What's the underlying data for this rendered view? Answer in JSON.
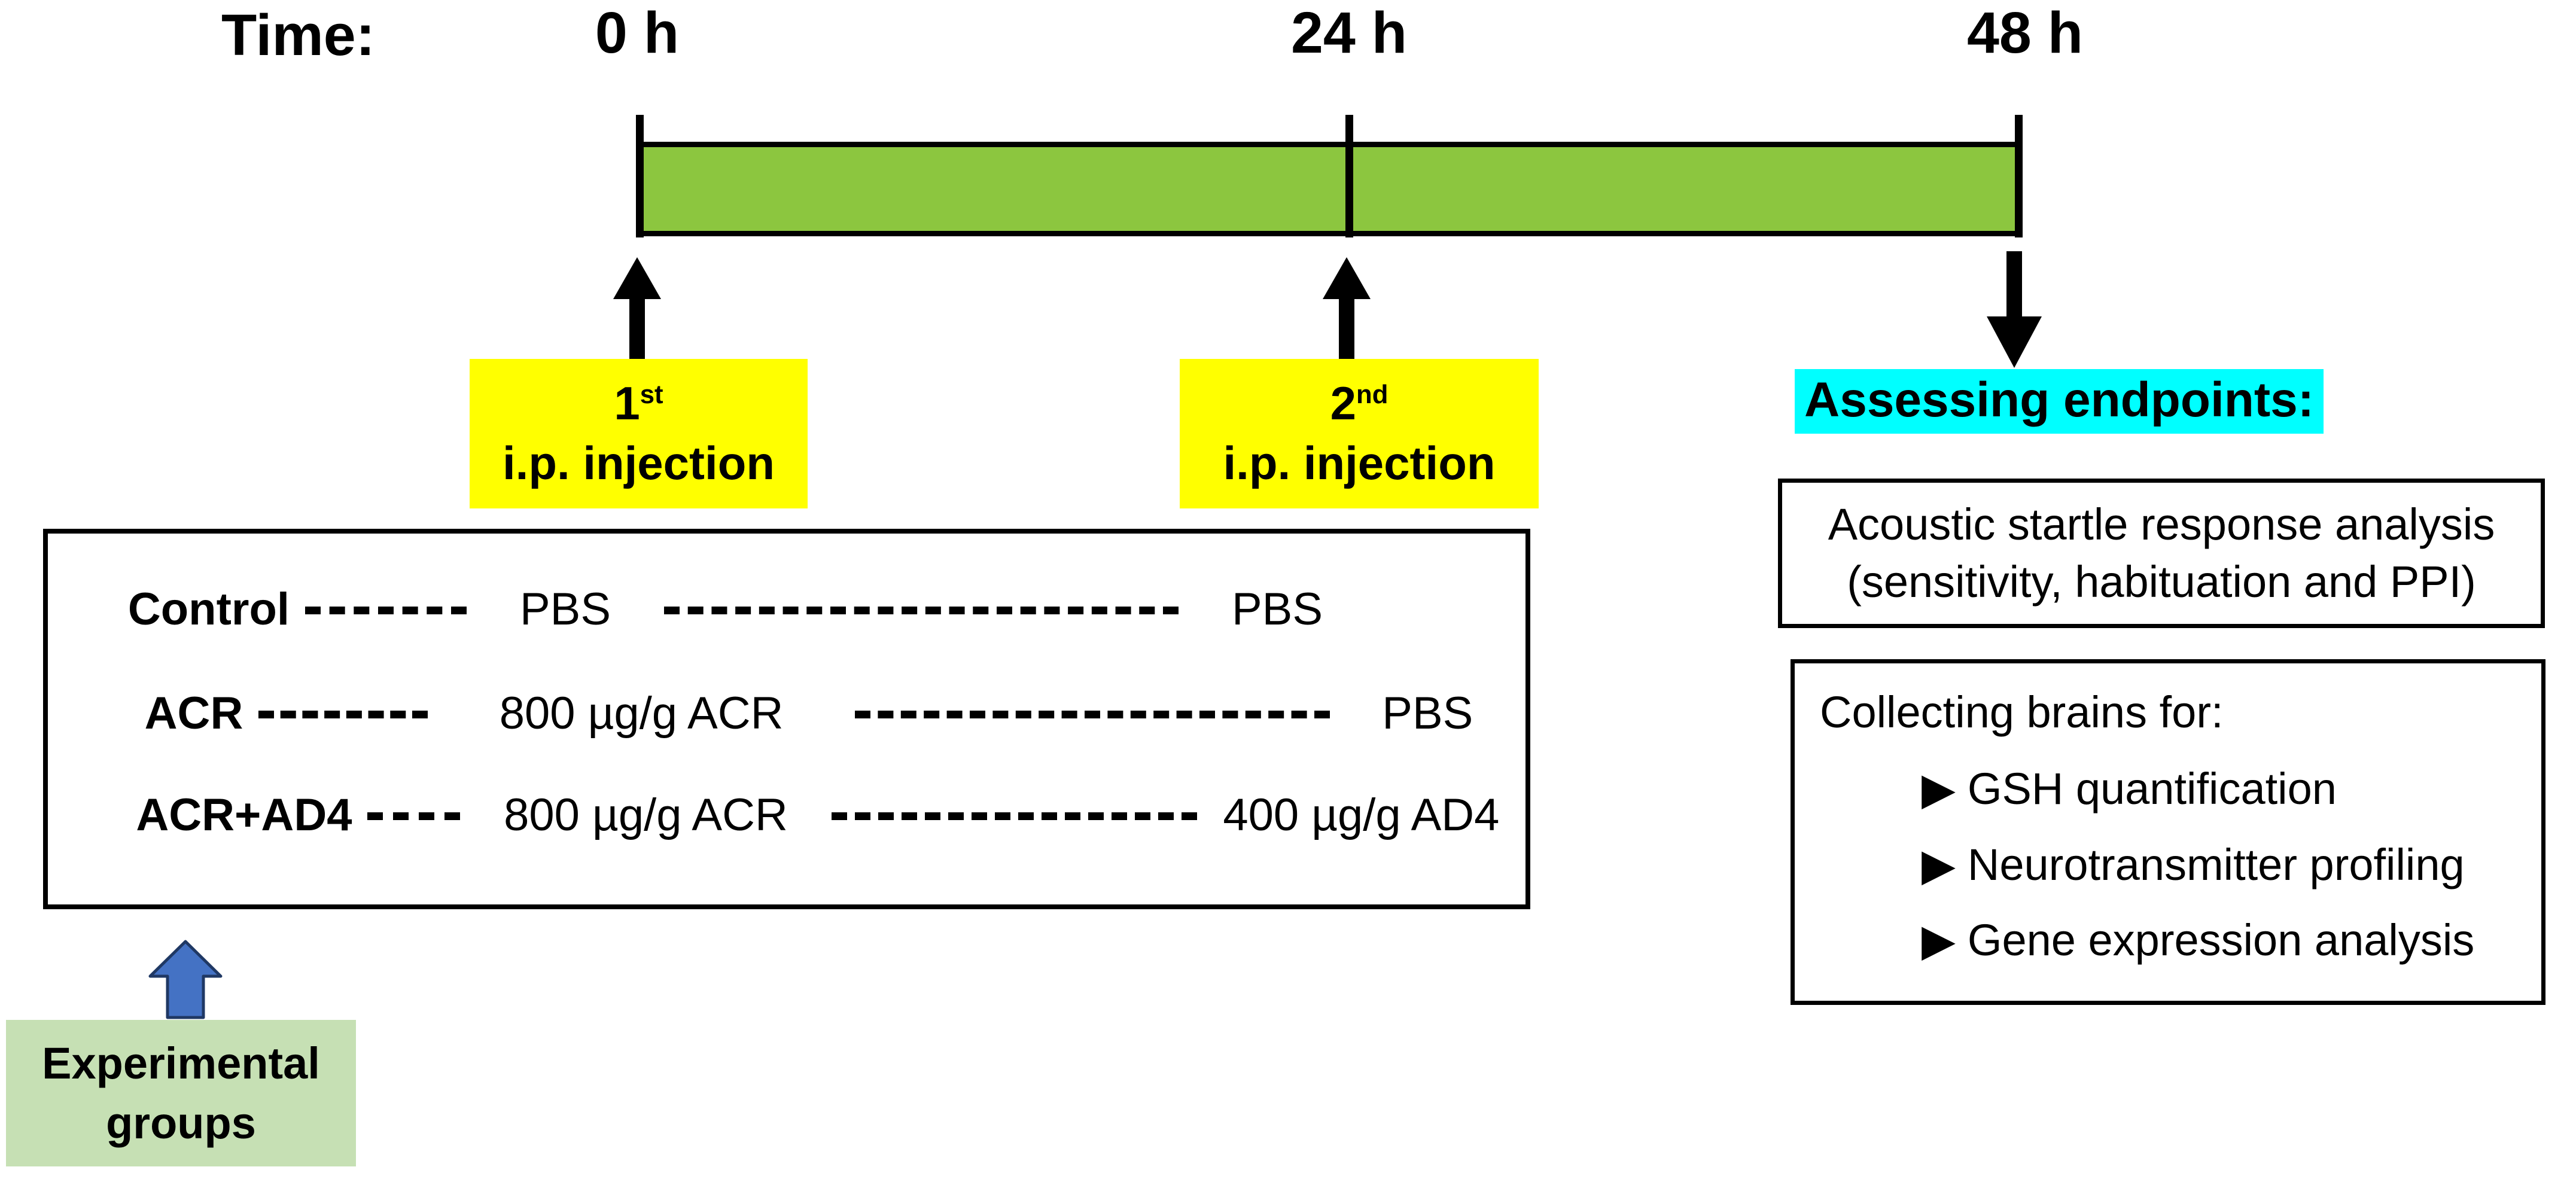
{
  "timeline": {
    "caption": "Time:",
    "ticks": [
      {
        "label": "0 h",
        "hours": 0
      },
      {
        "label": "24 h",
        "hours": 24
      },
      {
        "label": "48 h",
        "hours": 48
      }
    ],
    "bar_color": "#8CC63F",
    "range_hours": [
      0,
      48
    ]
  },
  "injections": [
    {
      "ordinal": "1",
      "suffix": "st",
      "label": "i.p. injection",
      "at_hours": 0,
      "box_color": "#FFFF00"
    },
    {
      "ordinal": "2",
      "suffix": "nd",
      "label": "i.p. injection",
      "at_hours": 24,
      "box_color": "#FFFF00"
    }
  ],
  "groups": {
    "legend_label_line1": "Experimental",
    "legend_label_line2": "groups",
    "legend_color": "#C6E0B4",
    "arrow_color": "#4472C4",
    "rows": [
      {
        "name": "Control",
        "first_dose": "PBS",
        "second_dose": "PBS"
      },
      {
        "name": "ACR",
        "first_dose": "800 µg/g ACR",
        "second_dose": "PBS"
      },
      {
        "name": "ACR+AD4",
        "first_dose": "800 µg/g ACR",
        "second_dose": "400 µg/g AD4"
      }
    ]
  },
  "endpoints": {
    "title": "Assessing endpoints:",
    "title_highlight_color": "#00FFFF",
    "at_hours": 48,
    "acoustic": {
      "line1": "Acoustic startle response analysis",
      "line2": "(sensitivity, habituation and PPI)"
    },
    "collecting": {
      "title": "Collecting brains for:",
      "bullet_glyph": "▶",
      "items": [
        "GSH quantification",
        "Neurotransmitter profiling",
        "Gene expression analysis"
      ]
    }
  }
}
